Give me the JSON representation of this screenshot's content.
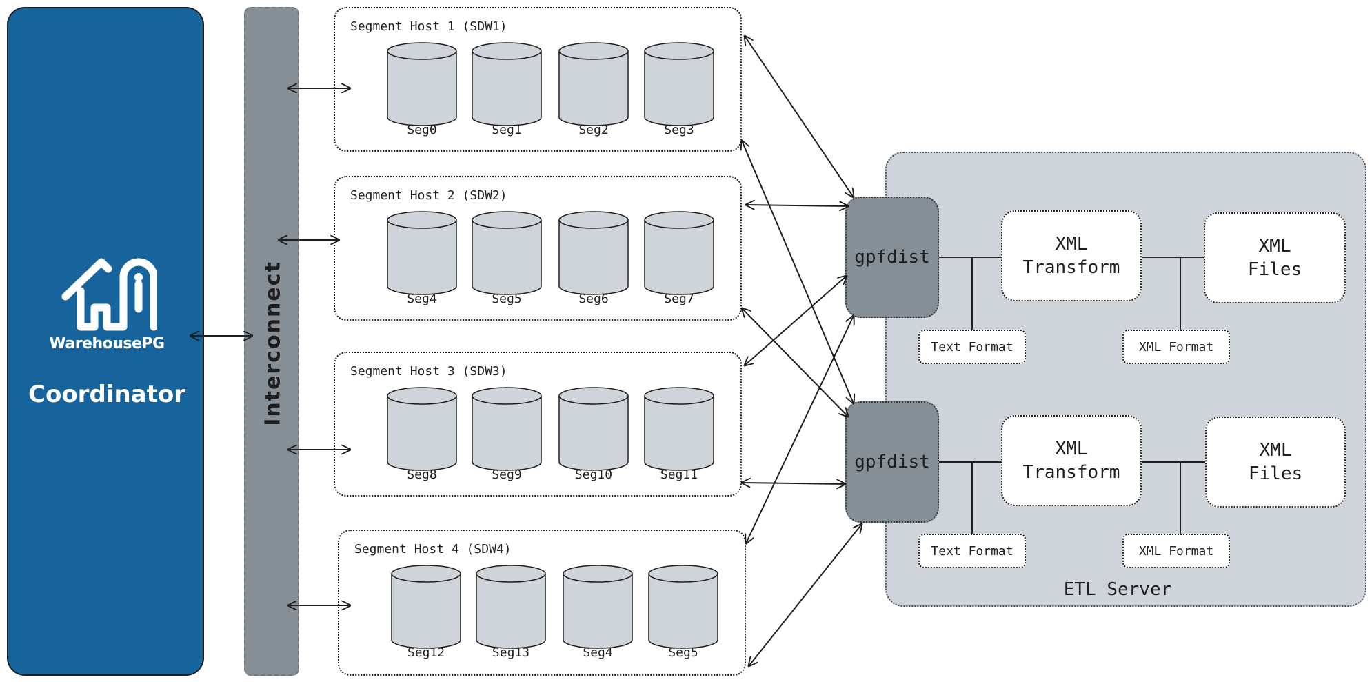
{
  "coordinator": {
    "logo_text": "WarehousePG",
    "label": "Coordinator",
    "logo_icon": "house-icon"
  },
  "interconnect": {
    "label": "Interconnect"
  },
  "hosts": [
    {
      "title": "Segment Host 1 (SDW1)",
      "segments": [
        "Seg0",
        "Seg1",
        "Seg2",
        "Seg3"
      ]
    },
    {
      "title": "Segment Host 2 (SDW2)",
      "segments": [
        "Seg4",
        "Seg5",
        "Seg6",
        "Seg7"
      ]
    },
    {
      "title": "Segment Host 3 (SDW3)",
      "segments": [
        "Seg8",
        "Seg9",
        "Seg10",
        "Seg11"
      ]
    },
    {
      "title": "Segment Host 4 (SDW4)",
      "segments": [
        "Seg12",
        "Seg13",
        "Seg4",
        "Seg5"
      ]
    }
  ],
  "etl": {
    "label": "ETL Server",
    "pipelines": [
      {
        "gpfdist": "gpfdist",
        "transform": "XML\nTransform",
        "files": "XML\nFiles",
        "text_format": "Text Format",
        "xml_format": "XML Format"
      },
      {
        "gpfdist": "gpfdist",
        "transform": "XML\nTransform",
        "files": "XML\nFiles",
        "text_format": "Text Format",
        "xml_format": "XML Format"
      }
    ]
  },
  "colors": {
    "coordinator": "#17649c",
    "interconnect": "#868e96",
    "etl_background": "#ced4da",
    "gpfdist": "#868e96",
    "segment_fill": "#ced4da"
  }
}
